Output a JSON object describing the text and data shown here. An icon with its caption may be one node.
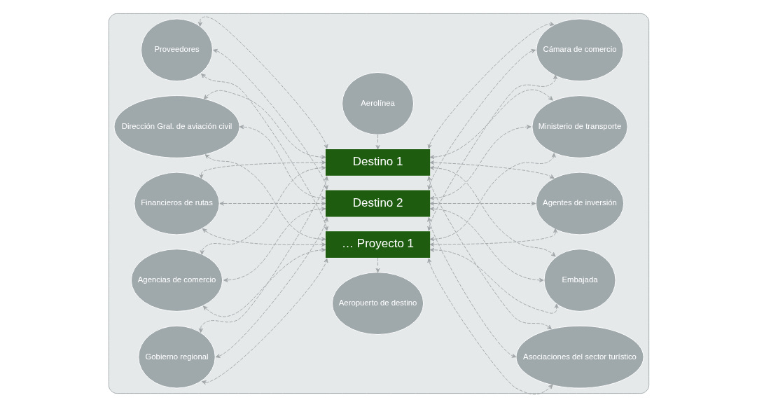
{
  "diagram": {
    "nodes": [
      {
        "text": [],
        "shape": "ellipse"
      },
      {
        "text": [
          "Aerolínea"
        ],
        "in": 0
      },
      {
        "text": [
          "Proveedores"
        ],
        "in": 0
      },
      {
        "text": [
          "Cámara de comercio"
        ],
        "in": 0
      },
      {
        "text": [
          "Dirección Gral. de aviación civil"
        ],
        "in": 0
      },
      {
        "text": [
          "Ministerio de transporte"
        ],
        "in": 0
      },
      {
        "text": [
          "Destino 1"
        ],
        "in": 0
      },
      {
        "text": [
          "Financieros de rutas"
        ],
        "in": 0
      },
      {
        "text": [
          "Destino 2"
        ],
        "in": 0
      },
      {
        "text": [
          "Agentes de inversión"
        ],
        "in": 0
      },
      {
        "text": [
          "… Proyecto 1"
        ],
        "in": 0
      },
      {
        "text": [
          "Agencias de comercio"
        ],
        "in": 0
      },
      {
        "text": [
          "Embajada"
        ],
        "in": 0
      },
      {
        "text": [
          "Gobierno regional"
        ],
        "in": 0
      },
      {
        "text": [
          "Asociaciones del sector turístico"
        ],
        "in": 0
      },
      {
        "text": [
          "Aeropuerto de destino"
        ],
        "in": 0
      }
    ],
    "edges": [
      {
        "from": 1,
        "to": 6,
        "arrow": "none",
        "style": "dashed"
      },
      {
        "from": 2,
        "to": 6,
        "arrow": "both",
        "style": "dashed"
      },
      {
        "from": 2,
        "to": 8,
        "arrow": "both",
        "style": "dashed"
      },
      {
        "from": 2,
        "to": 10,
        "arrow": "both",
        "style": "dashed"
      },
      {
        "from": 4,
        "to": 6,
        "arrow": "both",
        "style": "dashed"
      },
      {
        "from": 4,
        "to": 8,
        "arrow": "both",
        "style": "dashed"
      },
      {
        "from": 4,
        "to": 10,
        "arrow": "both",
        "style": "dashed"
      },
      {
        "from": 7,
        "to": 6,
        "arrow": "both",
        "style": "dashed"
      },
      {
        "from": 7,
        "to": 8,
        "arrow": "both",
        "style": "dashed"
      },
      {
        "from": 7,
        "to": 10,
        "arrow": "both",
        "style": "dashed"
      },
      {
        "from": 11,
        "to": 6,
        "arrow": "both",
        "style": "dashed"
      },
      {
        "from": 11,
        "to": 8,
        "arrow": "both",
        "style": "dashed"
      },
      {
        "from": 11,
        "to": 10,
        "arrow": "both",
        "style": "dashed"
      },
      {
        "from": 13,
        "to": 6,
        "arrow": "both",
        "style": "dashed"
      },
      {
        "from": 13,
        "to": 8,
        "arrow": "both",
        "style": "dashed"
      },
      {
        "from": 13,
        "to": 10,
        "arrow": "both",
        "style": "dashed"
      },
      {
        "from": 6,
        "to": 3,
        "arrow": "both",
        "style": "dashed"
      },
      {
        "from": 8,
        "to": 3,
        "arrow": "both",
        "style": "dashed"
      },
      {
        "from": 10,
        "to": 3,
        "arrow": "both",
        "style": "dashed"
      },
      {
        "from": 6,
        "to": 5,
        "arrow": "both",
        "style": "dashed"
      },
      {
        "from": 8,
        "to": 5,
        "arrow": "both",
        "style": "dashed"
      },
      {
        "from": 10,
        "to": 5,
        "arrow": "both",
        "style": "dashed"
      },
      {
        "from": 6,
        "to": 9,
        "arrow": "both",
        "style": "dashed"
      },
      {
        "from": 8,
        "to": 9,
        "arrow": "both",
        "style": "dashed"
      },
      {
        "from": 10,
        "to": 9,
        "arrow": "both",
        "style": "dashed"
      },
      {
        "from": 6,
        "to": 12,
        "arrow": "both",
        "style": "dashed"
      },
      {
        "from": 8,
        "to": 12,
        "arrow": "both",
        "style": "dashed"
      },
      {
        "from": 10,
        "to": 12,
        "arrow": "both",
        "style": "dashed"
      },
      {
        "from": 6,
        "to": 14,
        "arrow": "both",
        "style": "dashed"
      },
      {
        "from": 8,
        "to": 14,
        "arrow": "both",
        "style": "dashed"
      },
      {
        "from": 10,
        "to": 14,
        "arrow": "both",
        "style": "dashed"
      },
      {
        "from": 10,
        "to": 15,
        "arrow": "none",
        "style": "dashed"
      }
    ]
  }
}
